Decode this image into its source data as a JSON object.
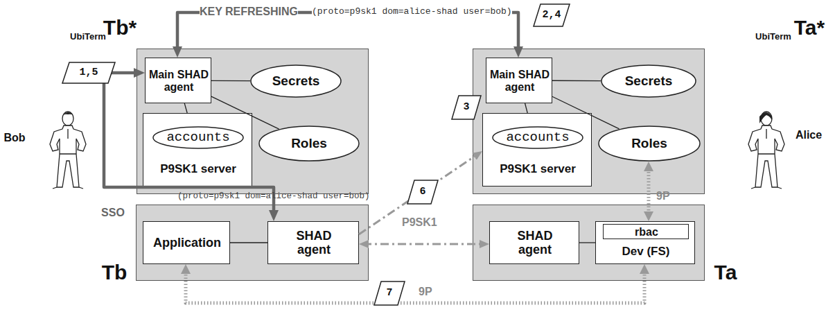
{
  "diagram": {
    "nodes": [
      {
        "text": [
          "UbiTerm",
          "Tb*"
        ]
      },
      {
        "text": [
          "Main SHAD agent"
        ],
        "in": 0
      },
      {
        "text": [
          "Secrets"
        ],
        "in": 0
      },
      {
        "text": [
          "P9SK1 server"
        ],
        "in": 0
      },
      {
        "text": [
          "accounts"
        ],
        "in": 3
      },
      {
        "text": [
          "Roles"
        ],
        "in": 0
      },
      {
        "text": [
          "UbiTerm",
          "Ta*"
        ]
      },
      {
        "text": [
          "Main SHAD agent"
        ],
        "in": 6
      },
      {
        "text": [
          "Secrets"
        ],
        "in": 6
      },
      {
        "text": [
          "P9SK1 server"
        ],
        "in": 6
      },
      {
        "text": [
          "accounts"
        ],
        "in": 9
      },
      {
        "text": [
          "Roles"
        ],
        "in": 6
      },
      {
        "text": [
          "Bob"
        ]
      },
      {
        "text": [
          "Alice"
        ]
      },
      {
        "text": [
          "Tb"
        ]
      },
      {
        "text": [
          "Application"
        ],
        "in": 14
      },
      {
        "text": [
          "SHAD agent"
        ],
        "in": 14
      },
      {
        "text": [
          "Ta"
        ]
      },
      {
        "text": [
          "SHAD agent"
        ],
        "in": 17
      },
      {
        "text": [
          "Dev (FS)"
        ],
        "in": 17
      },
      {
        "text": [
          "rbac"
        ],
        "in": 19
      }
    ],
    "edges": [
      {
        "from": 1,
        "to": 7,
        "arrow": "both",
        "label": "KEY REFRESHING"
      },
      {
        "from": 12,
        "to": 1,
        "arrow": "to"
      },
      {
        "from": 12,
        "to": 16,
        "arrow": "to",
        "label": "(proto=p9sk1 dom=alice-shad user=bob)"
      },
      {
        "from": 1,
        "to": 2,
        "arrow": "none"
      },
      {
        "from": 1,
        "to": 3,
        "arrow": "none"
      },
      {
        "from": 1,
        "to": 5,
        "arrow": "none"
      },
      {
        "from": 7,
        "to": 8,
        "arrow": "none"
      },
      {
        "from": 7,
        "to": 9,
        "arrow": "none"
      },
      {
        "from": 7,
        "to": 11,
        "arrow": "none"
      },
      {
        "from": 16,
        "to": 9,
        "arrow": "to"
      },
      {
        "from": 16,
        "to": 18,
        "arrow": "both",
        "label": "P9SK1"
      },
      {
        "from": 11,
        "to": 19,
        "arrow": "both",
        "label": "9P"
      },
      {
        "from": 15,
        "to": 19,
        "arrow": "both",
        "label": "9P"
      },
      {
        "from": 15,
        "to": 16,
        "arrow": "none"
      },
      {
        "from": 18,
        "to": 19,
        "arrow": "none"
      }
    ],
    "labels": [
      "SSO",
      "1,5",
      "2,4",
      "3",
      "6",
      "7",
      "(proto=p9sk1 dom=alice-shad user=bob)"
    ]
  }
}
